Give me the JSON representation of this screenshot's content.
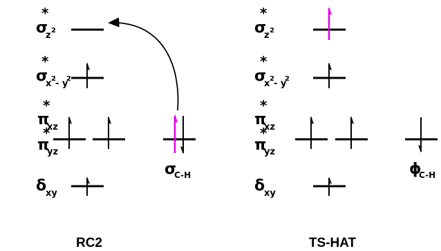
{
  "colors": {
    "line": "#000000",
    "highlight_spin": "#e100e1"
  },
  "panels": [
    {
      "caption": "RC2",
      "levels": [
        {
          "sym": "σ",
          "sub": "z",
          "sup": "2",
          "spins": "none"
        },
        {
          "sym": "σ",
          "sub": "x",
          "sup": "2",
          "sub2": "- y",
          "sup2": "2",
          "spins": "up"
        },
        {
          "sym": "π",
          "sub": "xz",
          "spins": "up"
        },
        {
          "sym": "π",
          "sub": "yz",
          "spins": "up"
        },
        {
          "sym": "δ",
          "sub": "xy",
          "spins": "up"
        }
      ],
      "substrate": {
        "sym": "σ",
        "sub": "C-H",
        "spins": "up-magenta + down"
      }
    },
    {
      "caption": "TS-HAT",
      "levels": [
        {
          "sym": "σ",
          "sub": "z",
          "sup": "2",
          "spins": "up-magenta"
        },
        {
          "sym": "σ",
          "sub": "x",
          "sup": "2",
          "sub2": "- y",
          "sup2": "2",
          "spins": "up"
        },
        {
          "sym": "π",
          "sub": "xz",
          "spins": "up"
        },
        {
          "sym": "π",
          "sub": "yz",
          "spins": "up"
        },
        {
          "sym": "δ",
          "sub": "xy",
          "spins": "up"
        }
      ],
      "substrate": {
        "sym": "ϕ",
        "sub": "C-H",
        "spins": "down"
      }
    }
  ],
  "star": "*"
}
